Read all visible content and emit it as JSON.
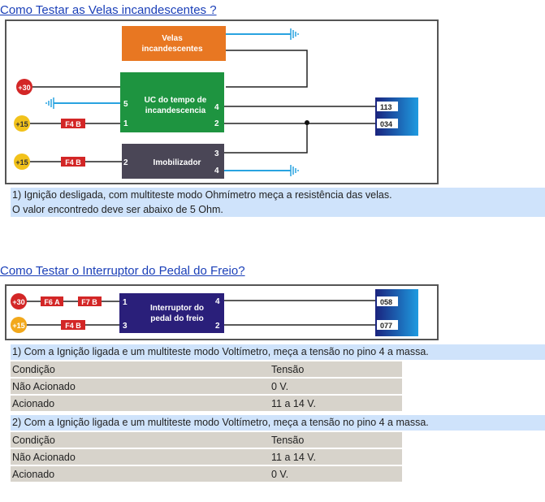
{
  "section1": {
    "title": "Como Testar as Velas incandescentes ?",
    "diagram": {
      "velas": [
        "Velas",
        "incandescentes"
      ],
      "uc": [
        "UC do tempo de",
        "incandescencia"
      ],
      "imob": "Imobilizador",
      "p30": "+30",
      "p15": "+15",
      "fuse": "F4 B",
      "pins": {
        "uc5": "5",
        "uc1": "1",
        "uc4": "4",
        "uc2": "2",
        "im2": "2",
        "im3": "3",
        "im4": "4"
      },
      "conn": [
        "113",
        "034"
      ]
    },
    "instructions": [
      "1) Ignição desligada, com multiteste modo Ohmímetro meça a resistência das velas.",
      "O valor encontredo deve ser abaixo de 5 Ohm."
    ]
  },
  "section2": {
    "title": "Como Testar o Interruptor do Pedal do Freio?",
    "diagram": {
      "box": [
        "Interruptor do",
        "pedal do freio"
      ],
      "p30": "+30",
      "p15": "+15",
      "fuses": [
        "F6 A",
        "F7 B",
        "F4 B"
      ],
      "pins": [
        "1",
        "3",
        "4",
        "2"
      ],
      "conn": [
        "058",
        "077"
      ]
    },
    "test1": {
      "text": "1) Com a Ignição ligada e um multiteste modo Voltímetro, meça a tensão no pino 4 a massa.",
      "header": [
        "Condição",
        "Tensão"
      ],
      "rows": [
        [
          "Não Acionado",
          "0 V."
        ],
        [
          "Acionado",
          "11 a 14 V."
        ]
      ]
    },
    "test2": {
      "text": "2) Com a Ignição ligada e um multiteste modo Voltímetro, meça a tensão no pino 4 a massa.",
      "header": [
        "Condição",
        "Tensão"
      ],
      "rows": [
        [
          "Não Acionado",
          "11 a 14 V."
        ],
        [
          "Acionado",
          "0 V."
        ]
      ]
    }
  }
}
